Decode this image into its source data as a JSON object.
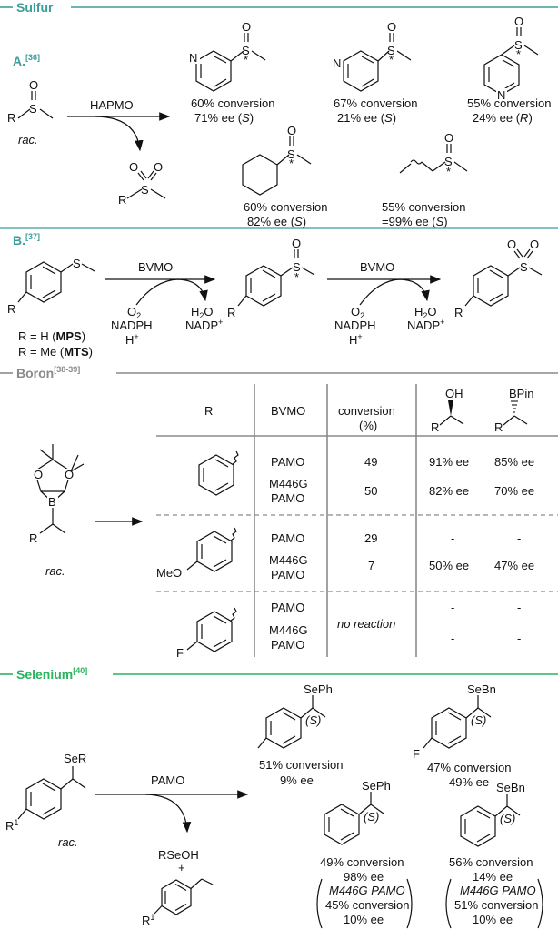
{
  "colors": {
    "sulfur": "#3a9e9a",
    "boron": "#8a8a8a",
    "selenium": "#2bb35f",
    "ink": "#111111"
  },
  "sulfur": {
    "header": "Sulfur",
    "sectionA": {
      "label": "A.",
      "ref": "[36]",
      "enzyme": "HAPMO",
      "rac": "rac.",
      "products": [
        {
          "conv": "60% conversion",
          "ee": "71% ee (",
          "cfg": "S",
          "close": ")"
        },
        {
          "conv": "67% conversion",
          "ee": "21% ee (",
          "cfg": "S",
          "close": ")"
        },
        {
          "conv": "55% conversion",
          "ee": "24% ee (",
          "cfg": "R",
          "close": ")"
        },
        {
          "conv": "60% conversion",
          "ee": "82% ee (",
          "cfg": "S",
          "close": ")"
        },
        {
          "conv": "55% conversion",
          "ee": "=99% ee (",
          "cfg": "S",
          "close": ")"
        }
      ]
    },
    "sectionB": {
      "label": "B.",
      "ref": "[37]",
      "enzyme1": "BVMO",
      "enzyme2": "BVMO",
      "o2": "O",
      "o2sub": "2",
      "nadph": "NADPH",
      "hplus": "H",
      "plus": "+",
      "h2o_h": "H",
      "h2o_sub": "2",
      "h2o_o": "O",
      "nadp": "NADP",
      "r_lines": [
        {
          "pre": "R = H (",
          "bold": "MPS",
          "post": ")"
        },
        {
          "pre": "R = Me (",
          "bold": "MTS",
          "post": ")"
        }
      ]
    }
  },
  "boron": {
    "header": "Boron",
    "ref": "[38-39]",
    "rac": "rac.",
    "columns": [
      "R",
      "BVMO",
      "conversion",
      "(%)"
    ],
    "oh": "OH",
    "bpin": "BPin",
    "ee_suffix": "ee",
    "rows": [
      {
        "bvmo": "PAMO",
        "conv": "49",
        "oh_ee": "91% ee",
        "bpin_ee": "85% ee"
      },
      {
        "bvmo": "M446G",
        "bvmo2": "PAMO",
        "conv": "50",
        "oh_ee": "82% ee",
        "bpin_ee": "70% ee"
      },
      {
        "bvmo": "PAMO",
        "conv": "29",
        "oh_ee": "-",
        "bpin_ee": "-"
      },
      {
        "bvmo": "M446G",
        "bvmo2": "PAMO",
        "conv": "7",
        "oh_ee": "50% ee",
        "bpin_ee": "47% ee"
      },
      {
        "bvmo": "PAMO",
        "conv": "no reaction",
        "oh_ee": "-",
        "bpin_ee": "-"
      },
      {
        "bvmo": "M446G",
        "bvmo2": "PAMO",
        "conv": "",
        "oh_ee": "-",
        "bpin_ee": "-"
      }
    ],
    "substituents": [
      "MeO",
      "F"
    ]
  },
  "selenium": {
    "header": "Selenium",
    "ref": "[40]",
    "enzyme": "PAMO",
    "rac": "rac.",
    "byproduct": "RSeOH",
    "plus": "+",
    "products": [
      {
        "group": "SePh",
        "conv": "51% conversion",
        "ee": "9% ee"
      },
      {
        "group": "SeBn",
        "conv": "47% conversion",
        "ee": "49% ee"
      },
      {
        "group": "SePh",
        "conv": "49% conversion",
        "ee": "98% ee",
        "mut": "M446G PAMO",
        "mconv": "45% conversion",
        "mee": "10% ee"
      },
      {
        "group": "SeBn",
        "conv": "56% conversion",
        "ee": "14% ee",
        "mut": "M446G PAMO",
        "mconv": "51% conversion",
        "mee": "10% ee"
      }
    ]
  }
}
